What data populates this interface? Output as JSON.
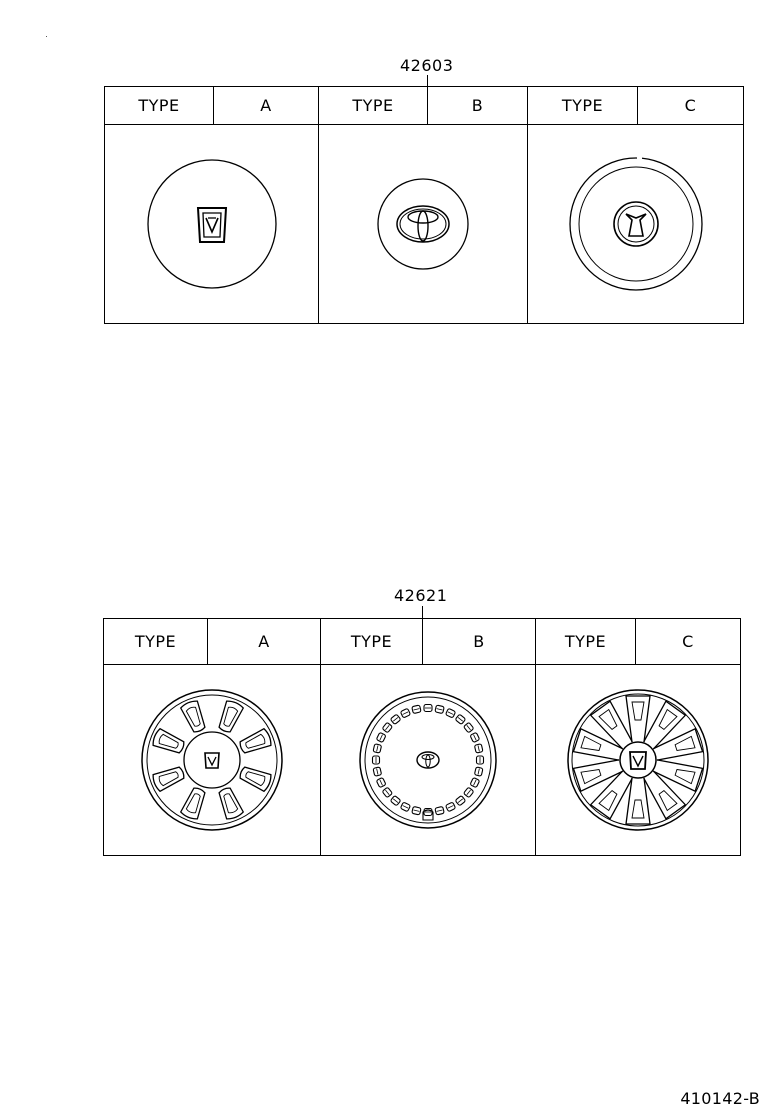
{
  "sections": [
    {
      "part_number": "42603",
      "columns": [
        {
          "type_label": "TYPE",
          "variant": "A",
          "emblem": "crown-emblem"
        },
        {
          "type_label": "TYPE",
          "variant": "B",
          "emblem": "toyota-emblem"
        },
        {
          "type_label": "TYPE",
          "variant": "C",
          "emblem": "crown-emblem"
        }
      ]
    },
    {
      "part_number": "42621",
      "columns": [
        {
          "type_label": "TYPE",
          "variant": "A",
          "emblem": "crown-emblem"
        },
        {
          "type_label": "TYPE",
          "variant": "B",
          "emblem": "toyota-emblem"
        },
        {
          "type_label": "TYPE",
          "variant": "C",
          "emblem": "crown-emblem"
        }
      ]
    }
  ],
  "figure_code": "410142-B"
}
